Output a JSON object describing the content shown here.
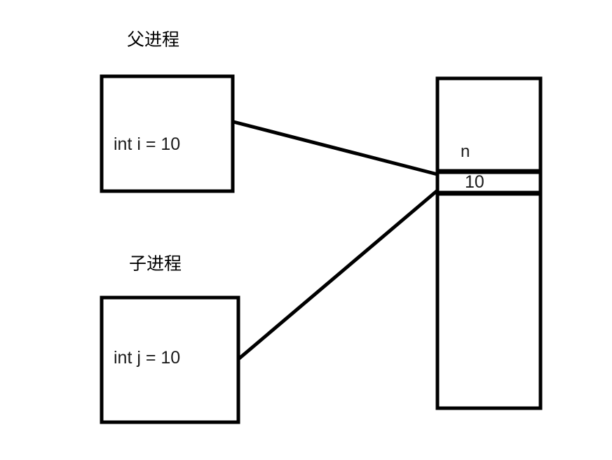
{
  "diagram": {
    "background_color": "#ffffff",
    "stroke_color": "#000000",
    "text_color": "#1a1a1a",
    "parent_process": {
      "title": "父进程",
      "code": "int i = 10"
    },
    "child_process": {
      "title": "子进程",
      "code": "int j = 10"
    },
    "memory": {
      "variable_name": "n",
      "cell_value": "10"
    }
  }
}
